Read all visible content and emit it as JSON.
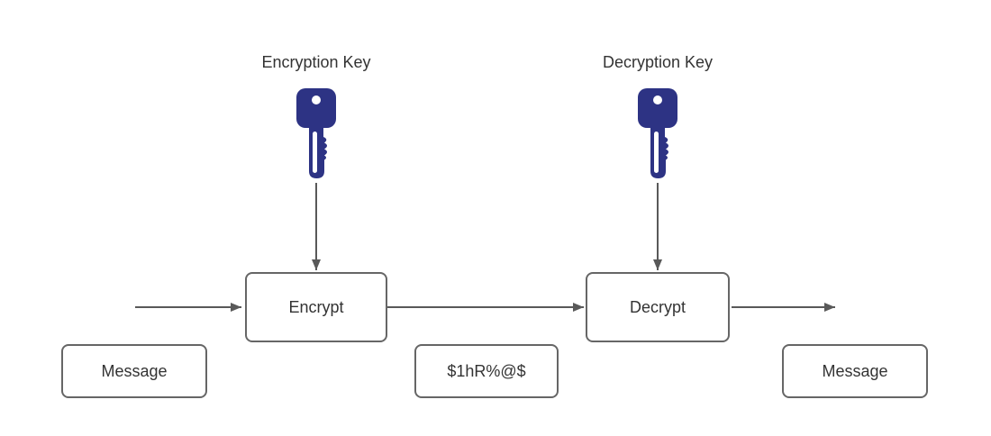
{
  "colors": {
    "key_fill": "#2d3384",
    "arrow": "#595959",
    "box_border": "#666666",
    "text": "#333333",
    "background": "#ffffff"
  },
  "labels": {
    "encryption_key": "Encryption Key",
    "decryption_key": "Decryption Key"
  },
  "nodes": {
    "encrypt": {
      "label": "Encrypt"
    },
    "decrypt": {
      "label": "Decrypt"
    },
    "message_input": {
      "label": "Message"
    },
    "ciphertext": {
      "label": "$1hR%@$"
    },
    "message_output": {
      "label": "Message"
    }
  },
  "icons": {
    "encryption_key": "key-icon",
    "decryption_key": "key-icon"
  }
}
